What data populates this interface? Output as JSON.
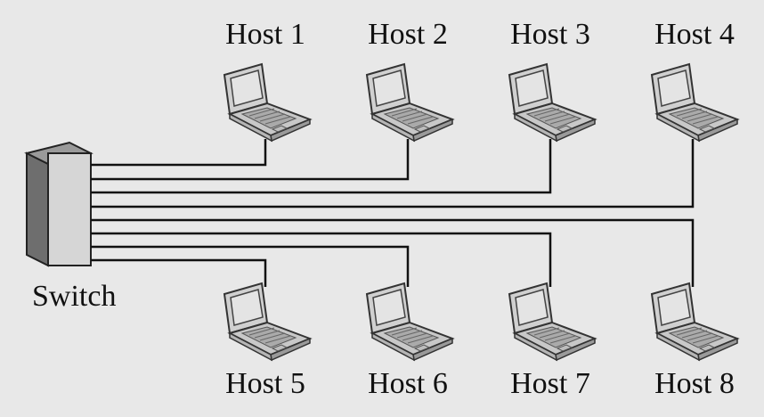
{
  "switch": {
    "label": "Switch"
  },
  "hosts": [
    {
      "label": "Host 1"
    },
    {
      "label": "Host 2"
    },
    {
      "label": "Host 3"
    },
    {
      "label": "Host 4"
    },
    {
      "label": "Host 5"
    },
    {
      "label": "Host 6"
    },
    {
      "label": "Host 7"
    },
    {
      "label": "Host 8"
    }
  ],
  "colors": {
    "background": "#e8e8e8",
    "line": "#111111",
    "switch_front": "#d6d6d6",
    "switch_side": "#6e6e6e",
    "laptop_body": "#d0d0d0",
    "laptop_screen": "#e4e4e4"
  }
}
